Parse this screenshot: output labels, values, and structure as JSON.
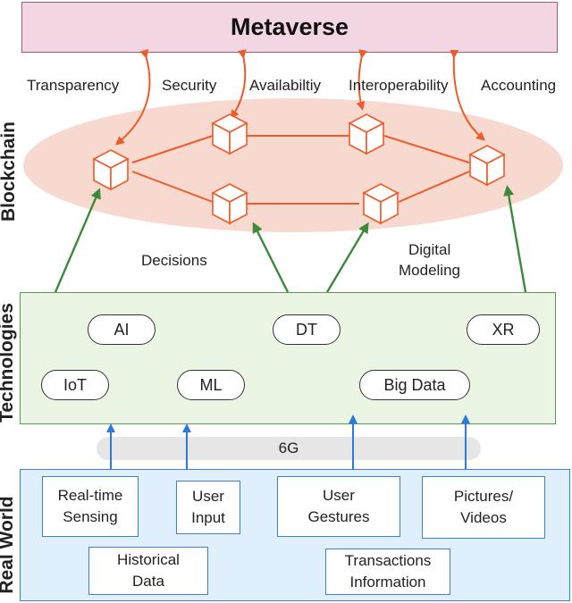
{
  "metaverse": {
    "title": "Metaverse"
  },
  "properties": [
    "Transparency",
    "Security",
    "Availabiltiy",
    "Interoperability",
    "Accounting"
  ],
  "layers": {
    "blockchain": "Blockchain",
    "technologies": "Technologies",
    "real_world": "Real World"
  },
  "flow_labels": {
    "decisions": "Decisions",
    "digital_modeling_1": "Digital",
    "digital_modeling_2": "Modeling"
  },
  "technologies": [
    "AI",
    "DT",
    "XR",
    "IoT",
    "ML",
    "Big Data"
  ],
  "network": {
    "label": "6G"
  },
  "real_world_sources": [
    {
      "line1": "Real-time",
      "line2": "Sensing"
    },
    {
      "line1": "User",
      "line2": "Input"
    },
    {
      "line1": "User",
      "line2": "Gestures"
    },
    {
      "line1": "Pictures/",
      "line2": "Videos"
    },
    {
      "line1": "Historical",
      "line2": "Data"
    },
    {
      "line1": "Transactions",
      "line2": "Information"
    }
  ],
  "colors": {
    "blockchain_accent": "#f05a28",
    "tech_arrow": "#3c8a3c",
    "data_arrow": "#2a7ae0",
    "metaverse_fill": "#f3d6e3"
  }
}
